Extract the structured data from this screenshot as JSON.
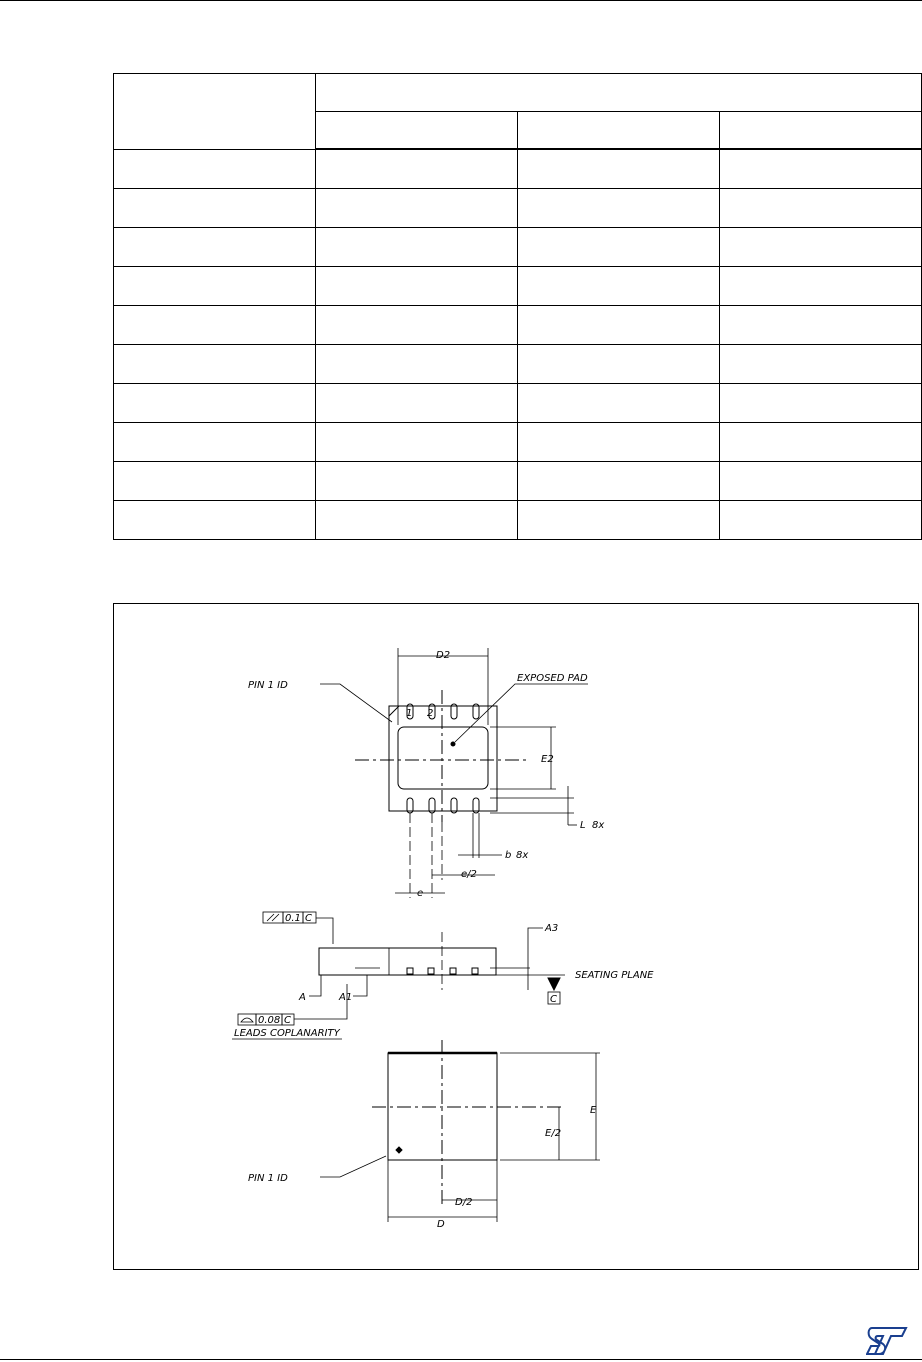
{
  "table": {
    "rows": [
      [
        "",
        "",
        "",
        ""
      ],
      [
        "",
        "",
        "",
        ""
      ],
      [
        "",
        "",
        "",
        ""
      ],
      [
        "",
        "",
        "",
        ""
      ],
      [
        "",
        "",
        "",
        ""
      ],
      [
        "",
        "",
        "",
        ""
      ],
      [
        "",
        "",
        "",
        ""
      ],
      [
        "",
        "",
        "",
        ""
      ],
      [
        "",
        "",
        "",
        ""
      ],
      [
        "",
        "",
        "",
        ""
      ]
    ]
  },
  "drawing": {
    "labels": {
      "d2": "D2",
      "pin1_top": "PIN 1 ID",
      "pin1_num": "1",
      "pin2_num": "2",
      "exposed_pad": "EXPOSED PAD",
      "e2": "E2",
      "l_8x": "L",
      "l_8x_suffix": "8x",
      "b_8x": "b",
      "b_8x_suffix": "8x",
      "e_half": "e/2",
      "e": "e",
      "parallel_tol": "0.1",
      "datum_c1": "C",
      "a3": "A3",
      "seating_plane": "SEATING PLANE",
      "datum_c2": "C",
      "a": "A",
      "a1": "A1",
      "coplanarity_tol": "0.08",
      "datum_c3": "C",
      "leads_coplanarity": "LEADS COPLANARITY",
      "e_big": "E",
      "e_big_half": "E/2",
      "pin1_bottom": "PIN 1 ID",
      "d_half": "D/2",
      "d": "D"
    }
  }
}
